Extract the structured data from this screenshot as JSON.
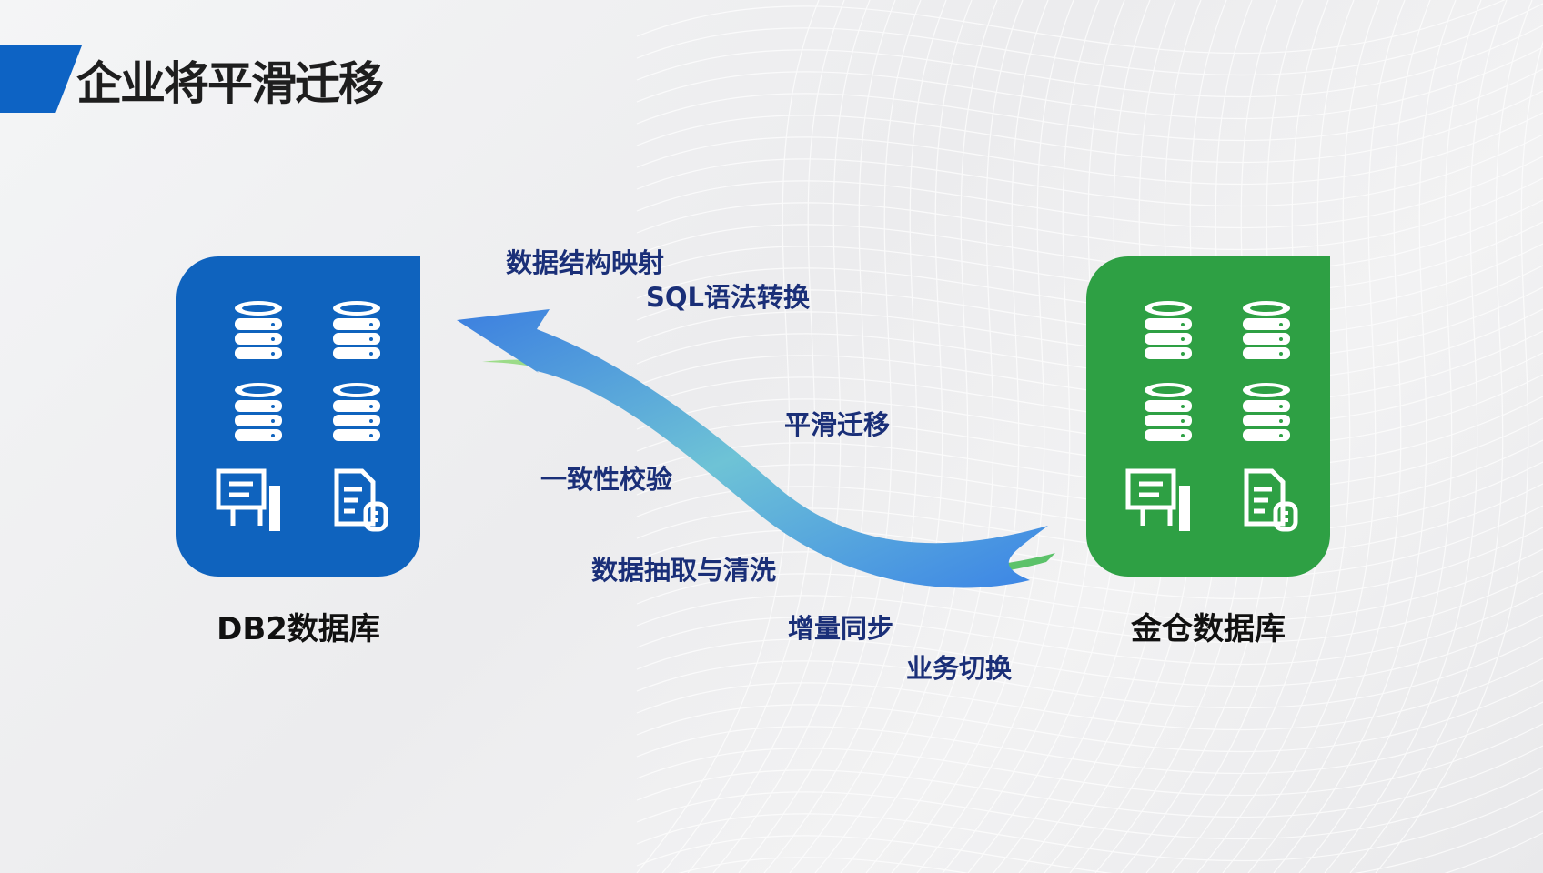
{
  "slide": {
    "title": "企业将平滑迁移"
  },
  "source_db": {
    "label": "DB2数据库",
    "color": "#0f63be",
    "icon": "database-server-icon"
  },
  "target_db": {
    "label": "金仓数据库",
    "color": "#2ea044",
    "icon": "database-server-icon"
  },
  "steps": [
    "数据结构映射",
    "SQL语法转换",
    "平滑迁移",
    "一致性校验",
    "数据抽取与清洗",
    "增量同步",
    "业务切换"
  ],
  "colors": {
    "accent": "#0d63c4",
    "arrow_blue": "#3d86e6",
    "arrow_green": "#5fc46a",
    "step_text": "#1a2f78"
  }
}
